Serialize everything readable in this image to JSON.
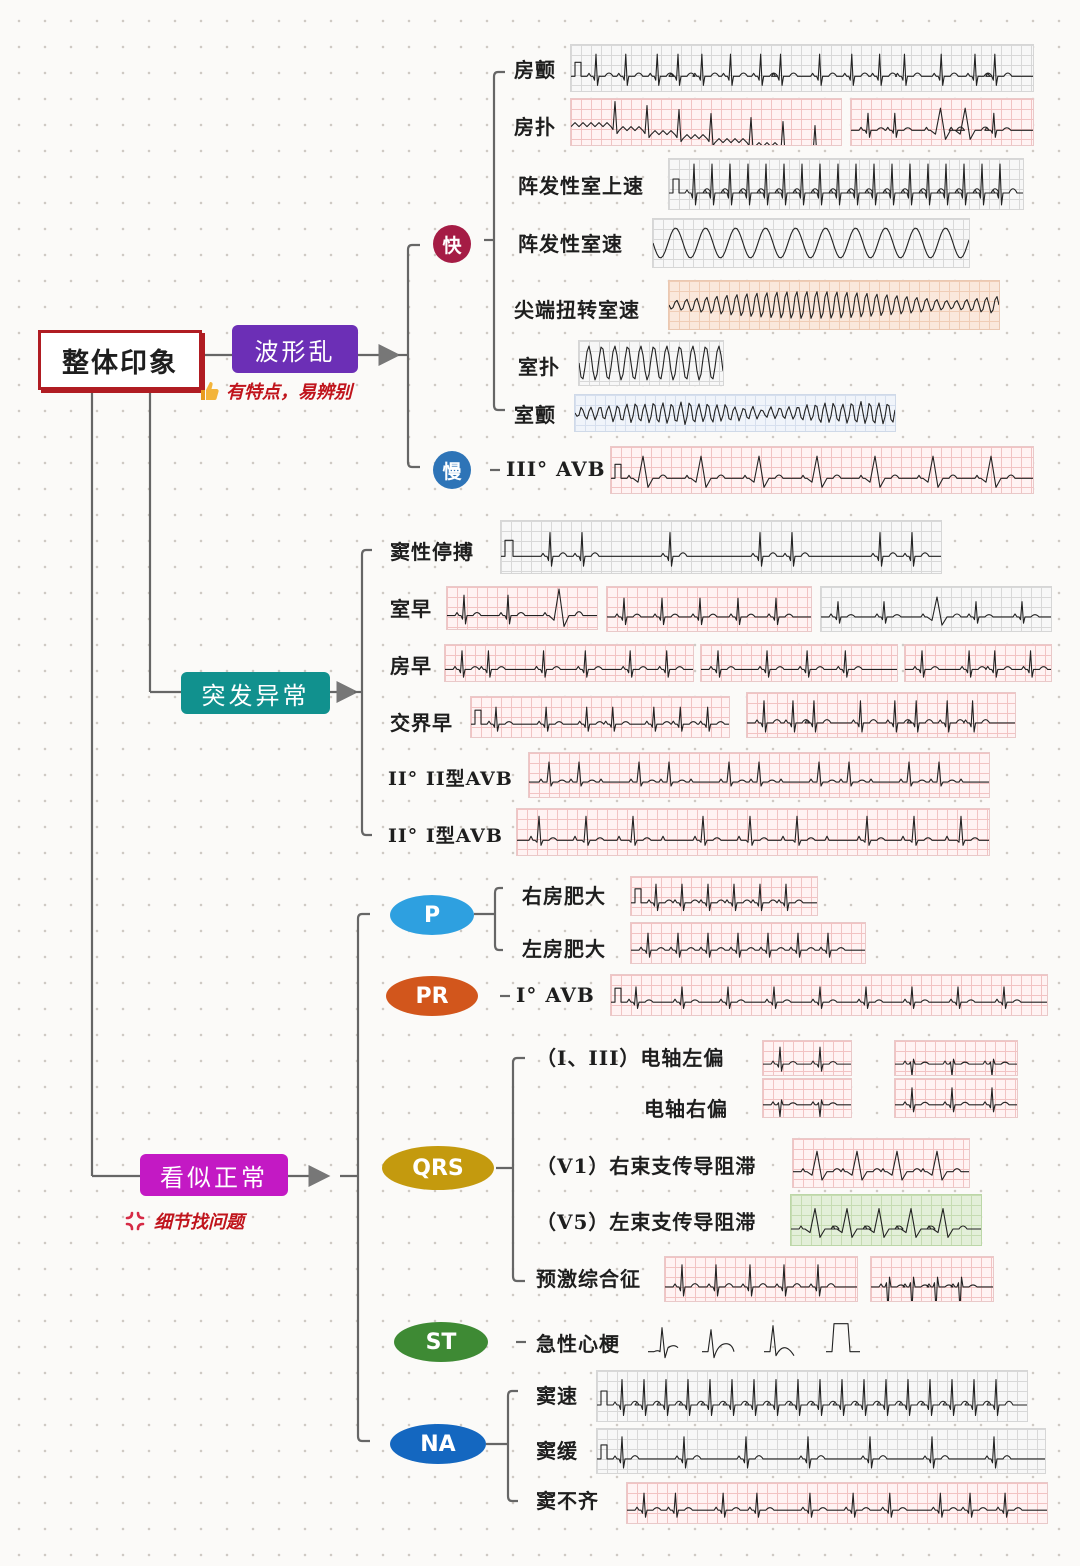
{
  "root": {
    "label": "整体印象"
  },
  "colors": {
    "purple": "#6c2fb6",
    "teal": "#11918e",
    "magenta": "#c319c4",
    "crimson": "#a51c45",
    "blue": "#2e74b7",
    "cyan": "#2ea0e0",
    "orange": "#d2561c",
    "gold": "#c49a0e",
    "green": "#3e8a34",
    "navy": "#1467c0",
    "red_note": "#c0141c"
  },
  "branches": {
    "chaotic": {
      "label": "波形乱",
      "note": "有特点，易辨别",
      "fast": {
        "label": "快",
        "items": [
          {
            "label": "房颤"
          },
          {
            "label": "房扑"
          },
          {
            "label": "阵发性室上速"
          },
          {
            "label": "阵发性室速"
          },
          {
            "label": "尖端扭转室速"
          },
          {
            "label": "室扑"
          },
          {
            "label": "室颤"
          }
        ]
      },
      "slow": {
        "label": "慢",
        "items": [
          {
            "label": "III°  AVB"
          }
        ]
      }
    },
    "sudden": {
      "label": "突发异常",
      "items": [
        {
          "label": "窦性停搏"
        },
        {
          "label": "室早"
        },
        {
          "label": "房早"
        },
        {
          "label": "交界早"
        },
        {
          "label": "II°  II型AVB"
        },
        {
          "label": "II°  I型AVB"
        }
      ]
    },
    "normal": {
      "label": "看似正常",
      "note": "细节找问题",
      "groups": [
        {
          "label": "P",
          "items": [
            {
              "label": "右房肥大"
            },
            {
              "label": "左房肥大"
            }
          ]
        },
        {
          "label": "PR",
          "items": [
            {
              "label": "I°  AVB"
            }
          ]
        },
        {
          "label": "QRS",
          "items": [
            {
              "label": "（I、III）电轴左偏"
            },
            {
              "label": "电轴右偏"
            },
            {
              "label": "（V1）右束支传导阻滞"
            },
            {
              "label": "（V5）左束支传导阻滞"
            },
            {
              "label": "预激综合征"
            }
          ]
        },
        {
          "label": "ST",
          "items": [
            {
              "label": "急性心梗"
            }
          ]
        },
        {
          "label": "NA",
          "items": [
            {
              "label": "窦速"
            },
            {
              "label": "窦缓"
            },
            {
              "label": "窦不齐"
            }
          ]
        }
      ]
    }
  },
  "icons": {
    "thumbs_up": "thumbs-up-icon",
    "alert": "anger-mark-icon",
    "arrow": "arrow-right-icon"
  }
}
